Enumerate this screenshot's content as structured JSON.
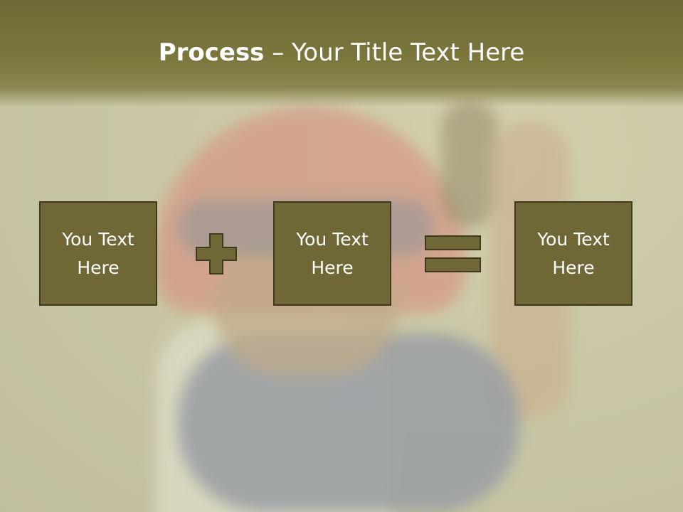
{
  "slide": {
    "title_bold": "Process",
    "title_rest": " – Your Title Text Here"
  },
  "process": {
    "box1": {
      "label": "You Text Here"
    },
    "box2": {
      "label": "You Text Here"
    },
    "box3": {
      "label": "You Text Here"
    },
    "operator1_icon": "plus-icon",
    "operator2_icon": "equals-icon"
  },
  "colors": {
    "box_fill": "#6f6836",
    "box_border": "#3e3a1c",
    "title_band": "#7a763c",
    "text": "#ffffff"
  }
}
